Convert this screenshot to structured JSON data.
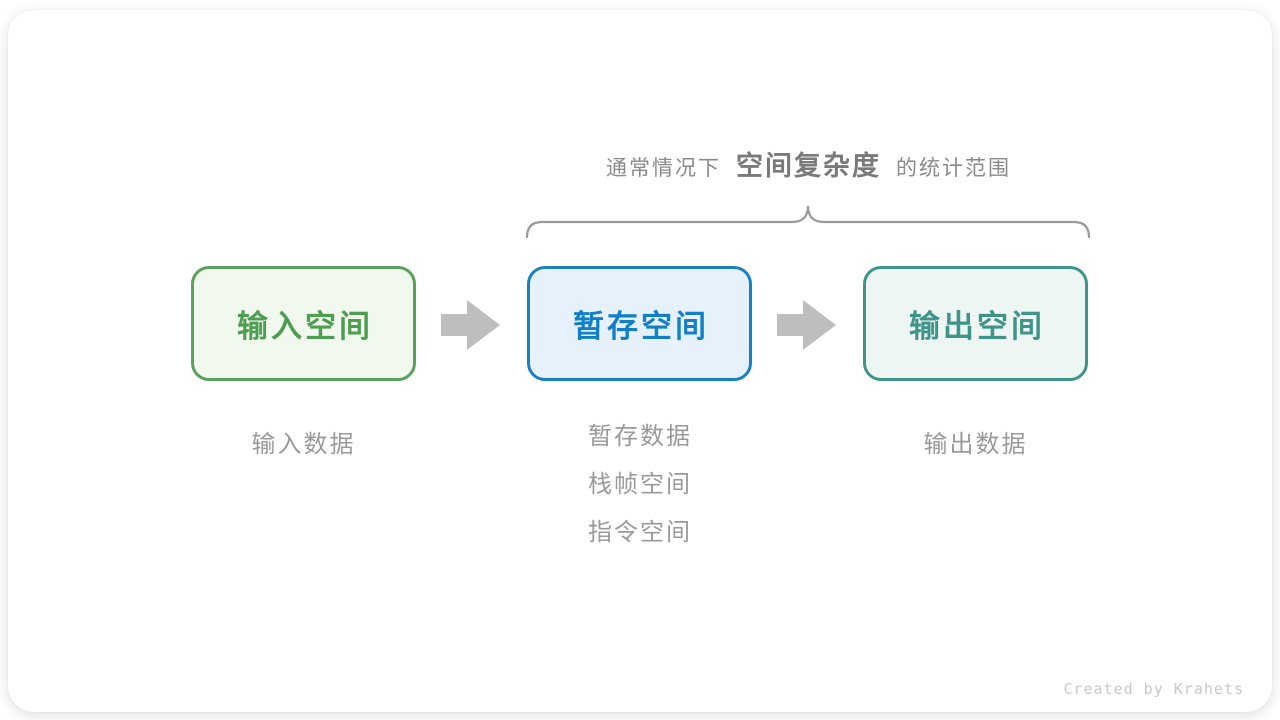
{
  "caption": {
    "prefix": "通常情况下",
    "highlight": "空间复杂度",
    "suffix": "的统计范围"
  },
  "boxes": [
    {
      "label": "输入空间",
      "border_color": "#5ba05b",
      "bg_color": "#f1f8ed",
      "text_color": "#4e9e51"
    },
    {
      "label": "暂存空间",
      "border_color": "#1a80c5",
      "bg_color": "#e6f1fc",
      "text_color": "#1280c8"
    },
    {
      "label": "输出空间",
      "border_color": "#3f948a",
      "bg_color": "#edf6f2",
      "text_color": "#3f948a"
    }
  ],
  "annotations": {
    "input": "输入数据",
    "temp": [
      "暂存数据",
      "栈帧空间",
      "指令空间"
    ],
    "output": "输出数据"
  },
  "footer": {
    "credit": "Created by Krahets"
  },
  "colors": {
    "arrow": "#bebebe",
    "brace": "#9a9a9a",
    "caption_text": "#8a8a8a",
    "caption_highlight": "#7a7a7a",
    "annotation_text": "#9a9a9a",
    "credit_text": "#c9c9c9",
    "card_bg": "#ffffff"
  }
}
